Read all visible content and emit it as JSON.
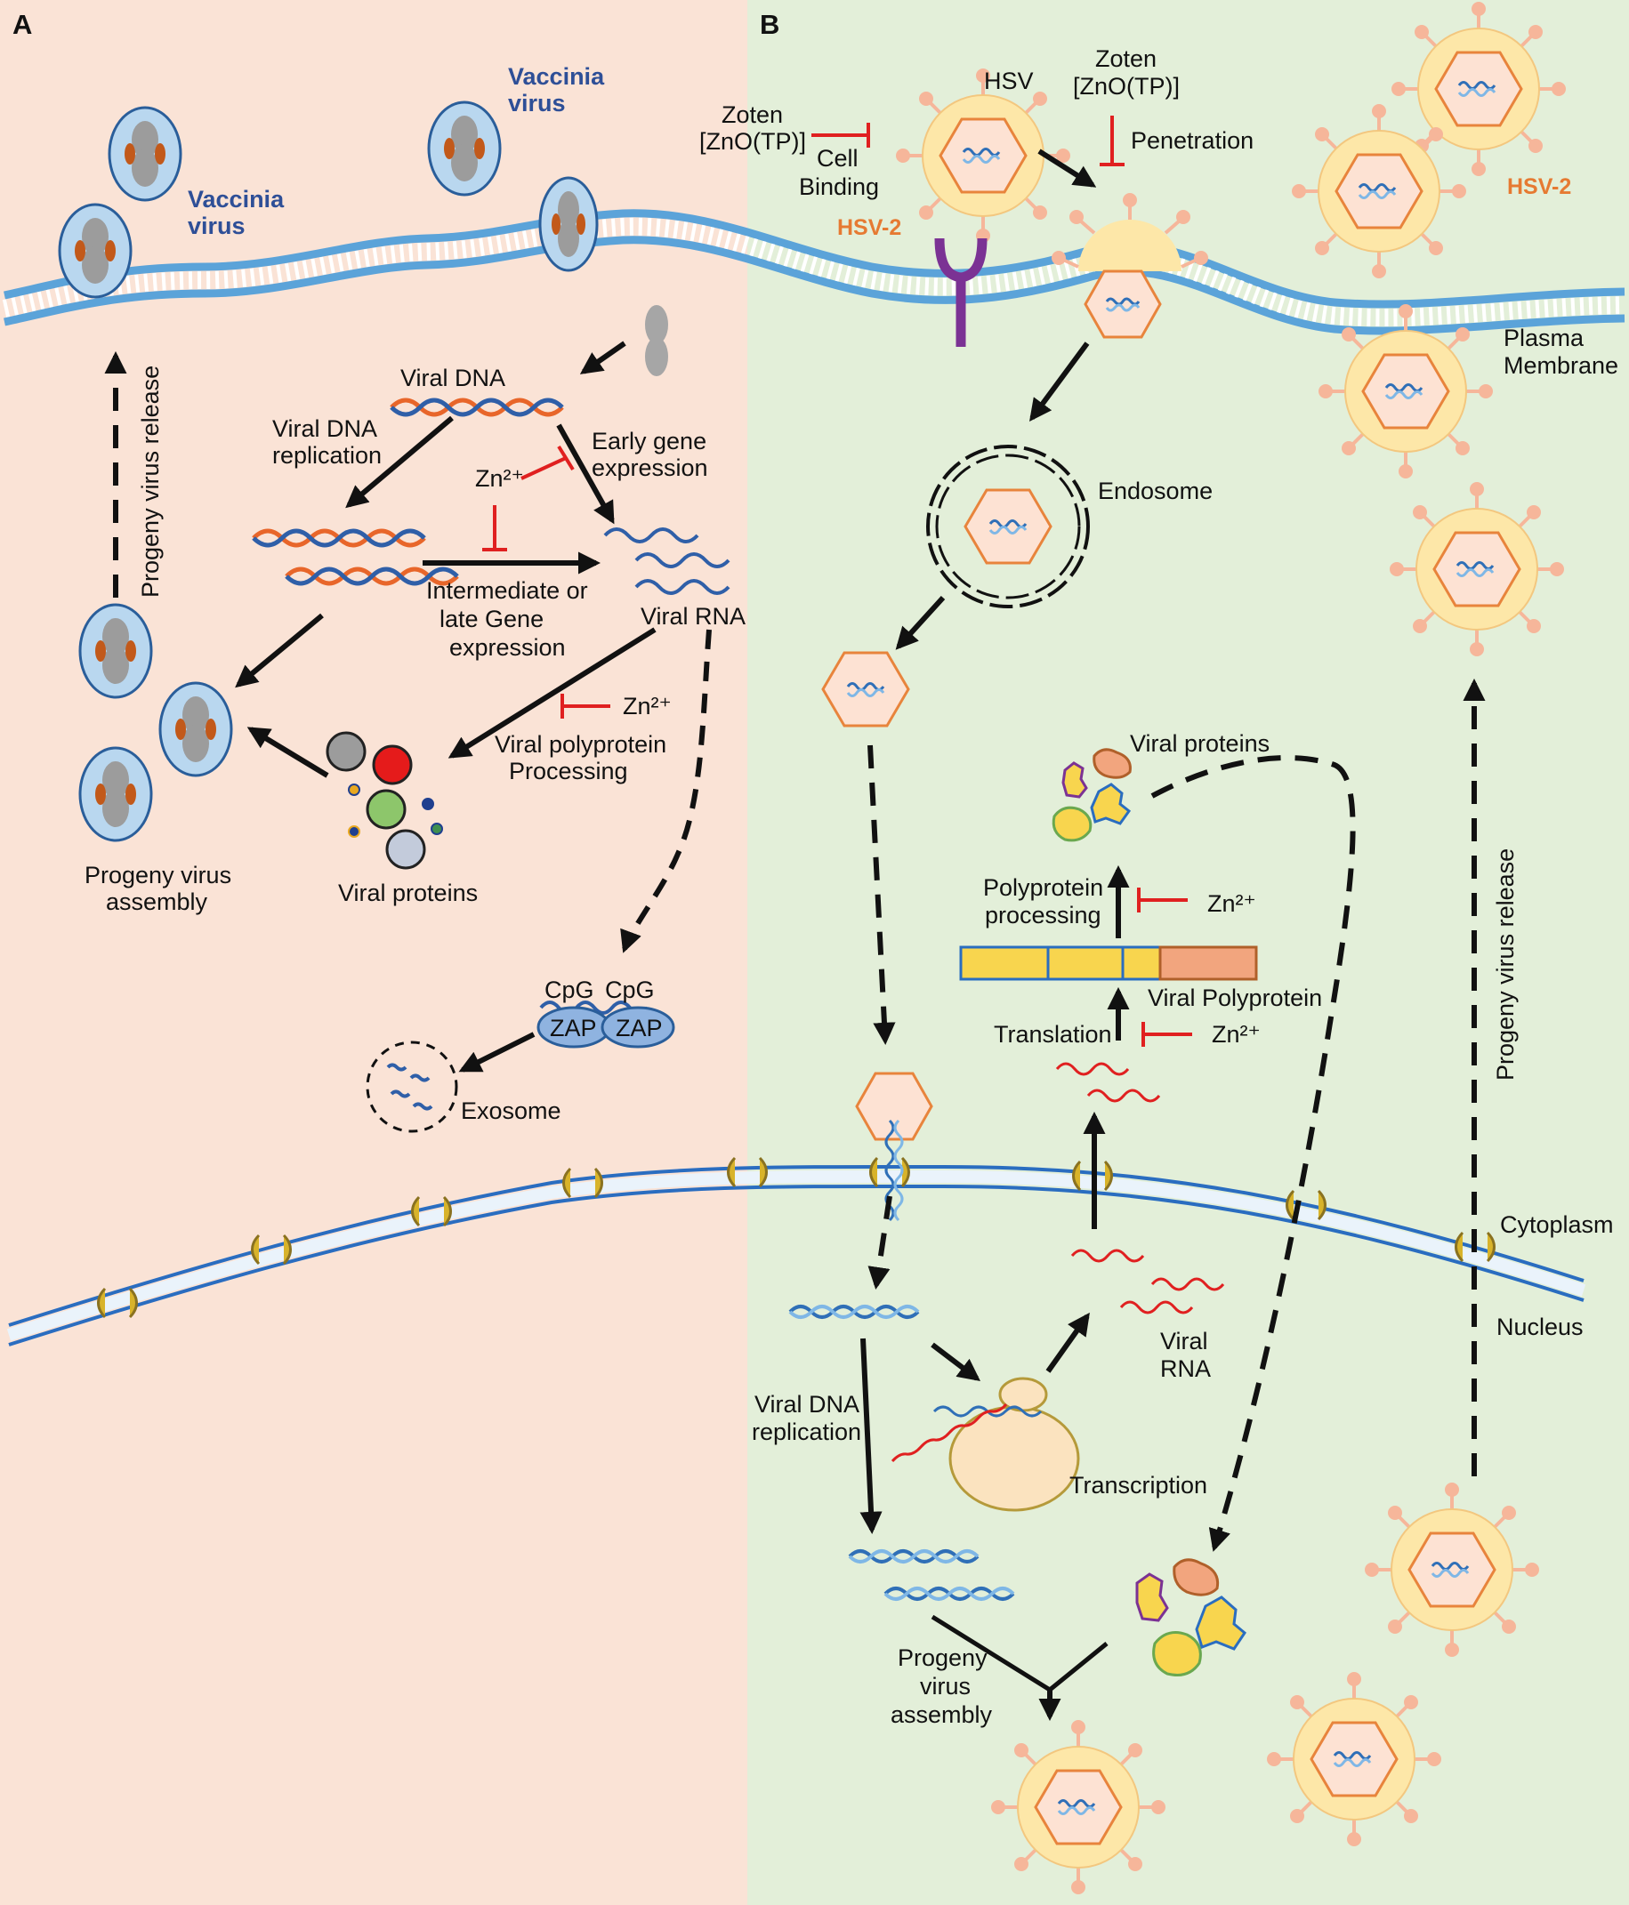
{
  "panels": {
    "a": {
      "letter": "A",
      "background": "#fae3d6",
      "vaccinia_top": [
        "Vaccinia",
        "virus"
      ],
      "vaccinia_left": [
        "Vaccinia",
        "virus"
      ],
      "viral_dna": "Viral DNA",
      "viral_dna_replication": [
        "Viral DNA",
        "replication"
      ],
      "early_gene": [
        "Early gene",
        "expression"
      ],
      "zn_early": "Zn²⁺",
      "intermediate": [
        "Intermediate or",
        "late Gene",
        "expression"
      ],
      "viral_rna": "Viral RNA",
      "zn_polyprotein": "Zn²⁺",
      "polyprotein": [
        "Viral polyprotein",
        "Processing"
      ],
      "viral_proteins": "Viral proteins",
      "progeny_assembly": [
        "Progeny virus",
        "assembly"
      ],
      "progeny_release": "Progeny virus release",
      "cpg_1": "CpG",
      "cpg_2": "CpG",
      "zap_1": "ZAP",
      "zap_2": "ZAP",
      "exosome": "Exosome"
    },
    "b": {
      "letter": "B",
      "background": "#e3efd9",
      "zoten_binding": [
        "Zoten",
        "[ZnO(TP)]"
      ],
      "cell_binding": [
        "Cell",
        "Binding"
      ],
      "hsv": "HSV",
      "zoten_penetration": [
        "Zoten",
        "[ZnO(TP)]"
      ],
      "penetration": "Penetration",
      "hsv2_left": "HSV-2",
      "hsv2_right": "HSV-2",
      "plasma_membrane": [
        "Plasma",
        "Membrane"
      ],
      "endosome": "Endosome",
      "viral_proteins": "Viral proteins",
      "polyprotein_processing": [
        "Polyprotein",
        "processing"
      ],
      "zn_processing": "Zn²⁺",
      "viral_polyprotein": "Viral Polyprotein",
      "translation": "Translation",
      "zn_translation": "Zn²⁺",
      "progeny_release": "Progeny virus release",
      "cytoplasm": "Cytoplasm",
      "nucleus": "Nucleus",
      "viral_rna": [
        "Viral",
        "RNA"
      ],
      "viral_dna_replication": [
        "Viral DNA",
        "replication"
      ],
      "transcription": "Transcription",
      "progeny_assembly": [
        "Progeny",
        "virus",
        "assembly"
      ]
    }
  },
  "colors": {
    "vaccinia_label": "#2e4f97",
    "hsv2_label": "#e67a32",
    "inhibitor": "#e02020",
    "membrane": "#5ba3d9",
    "nuclear_envelope": "#2a6dc0",
    "receptor": "#7b3294",
    "virion_envelope": "#fde7a8",
    "capsid": "#e8843c",
    "spikes": "#f6b69a",
    "rna_red": "#e02020",
    "dna_blue": "#2f6fb7",
    "dna_orange": "#e8662a"
  },
  "icons": [
    "vaccinia-virion-icon",
    "hsv-virion-icon",
    "capsid-icon",
    "receptor-icon",
    "ribosome-icon",
    "nuclear-pore-icon",
    "exosome-icon",
    "zap-protein-icon",
    "inhibition-bar-icon"
  ]
}
